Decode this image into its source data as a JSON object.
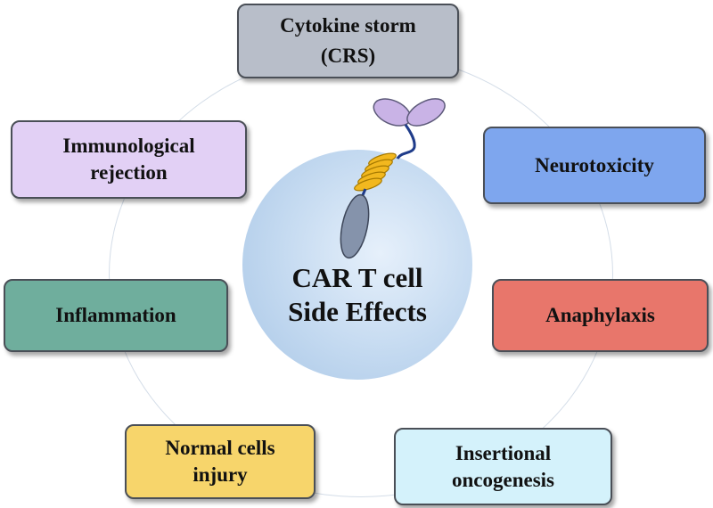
{
  "center": {
    "line1": "CAR T cell",
    "line2": "Side Effects"
  },
  "boxes": {
    "crs": {
      "line1": "Cytokine storm",
      "line2": "(CRS)",
      "color": "#b8bec9"
    },
    "neuro": {
      "line1": "Neurotoxicity",
      "color": "#7ea6ee"
    },
    "ana": {
      "line1": "Anaphylaxis",
      "color": "#e8766b"
    },
    "ins": {
      "line1": "Insertional",
      "line2": "oncogenesis",
      "color": "#d4f2fb"
    },
    "norm": {
      "line1": "Normal cells",
      "line2": "injury",
      "color": "#f7d56b"
    },
    "inflam": {
      "line1": "Inflammation",
      "color": "#6fae9d"
    },
    "immuno": {
      "line1": "Immunological",
      "line2": "rejection",
      "color": "#e2d0f5"
    }
  },
  "icons": {
    "car": "car-receptor-icon"
  }
}
